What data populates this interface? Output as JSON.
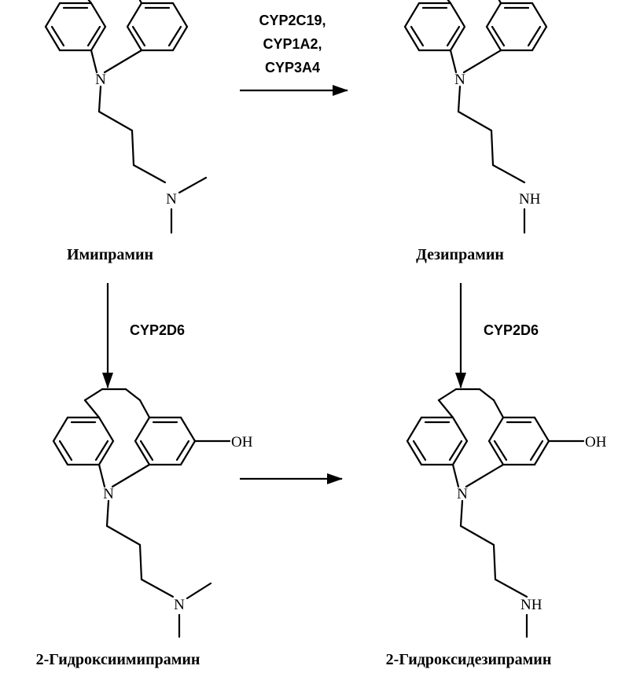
{
  "molecules": {
    "imipramine": {
      "name": "Имипрамин",
      "ring_n": "N",
      "amine": "N"
    },
    "desipramine": {
      "name": "Дезипрамин",
      "ring_n": "N",
      "amine": "NH"
    },
    "hydroxy_imi": {
      "name": "2-Гидроксиимипрамин",
      "ring_n": "N",
      "amine": "N",
      "oh": "OH"
    },
    "hydroxy_desi": {
      "name": "2-Гидроксидезипрамин",
      "ring_n": "N",
      "amine": "NH",
      "oh": "OH"
    }
  },
  "reactions": {
    "top": {
      "enzymes": [
        "CYP2C19,",
        "CYP1A2,",
        "CYP3A4"
      ]
    },
    "left": {
      "enzyme": "CYP2D6"
    },
    "right": {
      "enzyme": "CYP2D6"
    },
    "bottom": {
      "enzyme": ""
    }
  }
}
